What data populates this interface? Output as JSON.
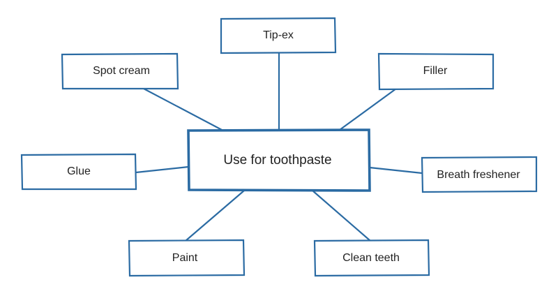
{
  "colors": {
    "stroke": "#2b6ba3",
    "text": "#222222",
    "background": "#ffffff"
  },
  "center": {
    "label": "Use for toothpaste"
  },
  "nodes": [
    {
      "id": "tip-ex",
      "label": "Tip-ex"
    },
    {
      "id": "spot-cream",
      "label": "Spot cream"
    },
    {
      "id": "filler",
      "label": "Filler"
    },
    {
      "id": "glue",
      "label": "Glue"
    },
    {
      "id": "breath-freshener",
      "label": "Breath freshener"
    },
    {
      "id": "paint",
      "label": "Paint"
    },
    {
      "id": "clean-teeth",
      "label": "Clean teeth"
    }
  ]
}
